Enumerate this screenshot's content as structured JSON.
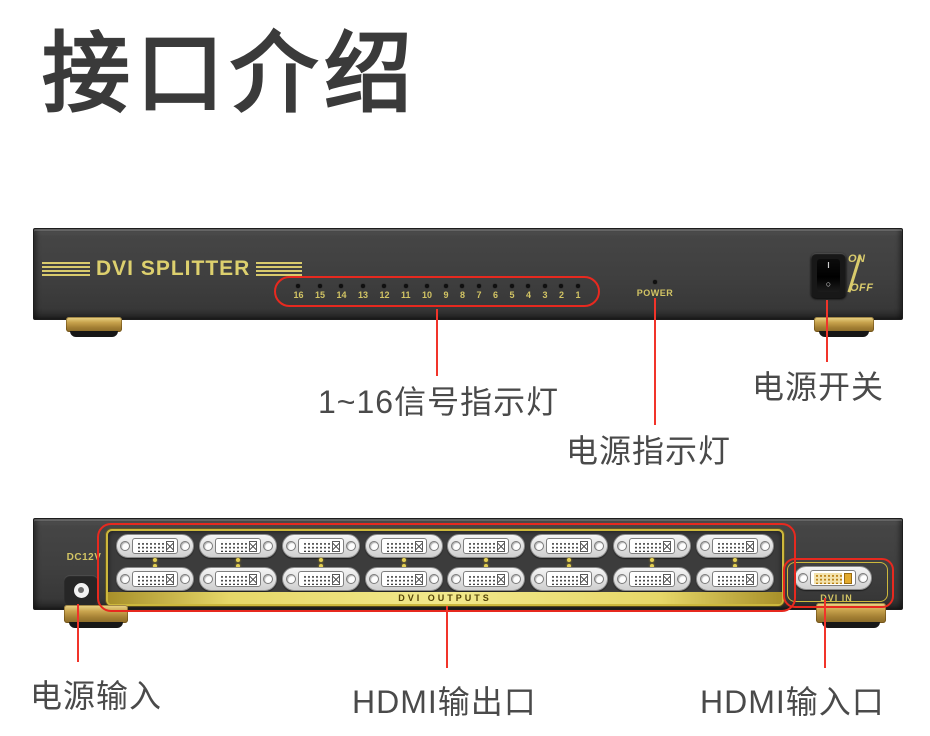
{
  "title": "接口介绍",
  "colors": {
    "accent_red": "#e7291f",
    "gold_text": "#d2c464",
    "chassis": "#3f3f3f",
    "label_text": "#4a4a4a"
  },
  "front_panel": {
    "brand": "DVI SPLITTER",
    "led_numbers": [
      "16",
      "15",
      "14",
      "13",
      "12",
      "11",
      "10",
      "9",
      "8",
      "7",
      "6",
      "5",
      "4",
      "3",
      "2",
      "1"
    ],
    "power_label": "POWER",
    "switch_on": "ON",
    "switch_off": "OFF",
    "rocker_on_mark": "I",
    "rocker_off_mark": "○"
  },
  "front_annotations": {
    "signal_leds": "1~16信号指示灯",
    "power_led": "电源指示灯",
    "power_switch": "电源开关"
  },
  "back_panel": {
    "dc_label": "DC12V",
    "outputs_label": "DVI OUTPUTS",
    "input_label": "DVI IN",
    "ports_per_row": 8
  },
  "back_annotations": {
    "power_input": "电源输入",
    "output_ports": "HDMI输出口",
    "input_port": "HDMI输入口"
  }
}
